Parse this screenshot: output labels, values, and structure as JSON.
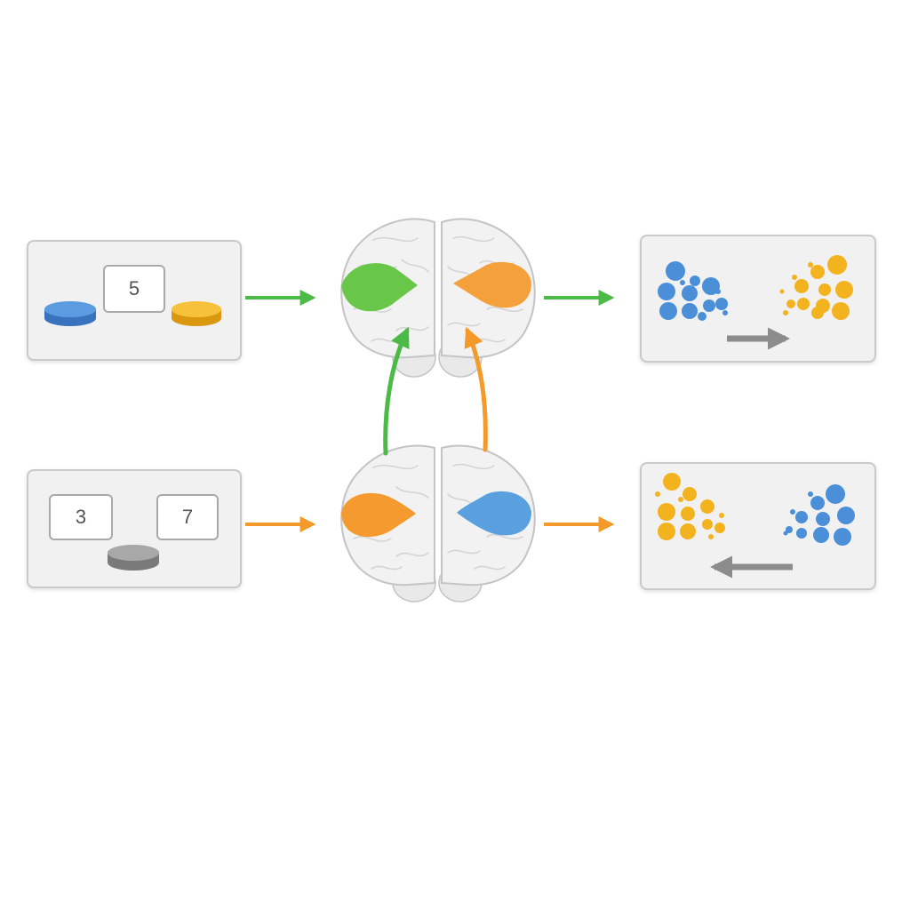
{
  "colors": {
    "green": "#4cba47",
    "orange": "#f39a2a",
    "blue": "#4a8fd8",
    "yellow": "#f3b31f",
    "gray": "#8c8c8c",
    "brain": "#f2f2f2",
    "brain_outline": "#c4c4c4",
    "panel_bg": "#f1f1f1",
    "panel_border": "#c9c9c9"
  },
  "panels": {
    "top_left": {
      "number": "5"
    },
    "bottom_left": {
      "number_left": "3",
      "number_right": "7"
    }
  },
  "icons": {
    "coin": "disc-token-icon",
    "brain": "brain-icon",
    "particles": "particle-cluster-icon",
    "arrow": "arrow-icon"
  }
}
